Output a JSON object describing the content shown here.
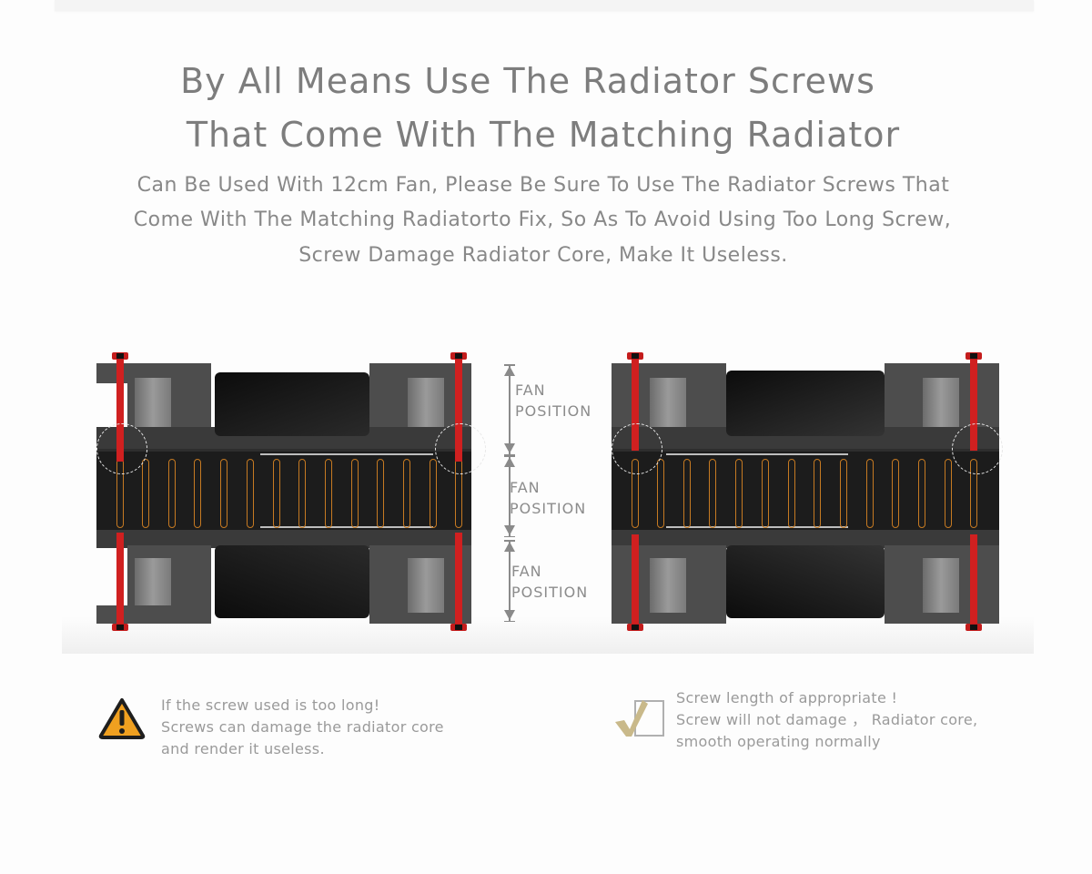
{
  "header": {
    "title_line1": "By All Means Use The Radiator Screws",
    "title_line2": "That Come With The Matching Radiator"
  },
  "description": {
    "lines": [
      "Can Be Used With 12cm Fan, Please Be Sure To Use The Radiator Screws That",
      "Come With The Matching Radiatorto Fix, So As To Avoid Using Too Long Screw,",
      "Screw Damage Radiator Core, Make It Useless."
    ]
  },
  "diagram": {
    "fan_position_labels": [
      {
        "line1": "FAN",
        "line2": "POSITION"
      },
      {
        "line1": "FAN",
        "line2": "POSITION"
      },
      {
        "line1": "FAN",
        "line2": "POSITION"
      }
    ],
    "colors": {
      "screw": "#d02020",
      "core_fin_outline": "#c67a22",
      "frame": "#4d4d4d",
      "warning": "#f0a020",
      "check": "#c9b98a"
    }
  },
  "notes": {
    "warning": {
      "icon": "warning-triangle-icon",
      "lines": [
        "If the screw used is too long!",
        "Screws can damage the radiator core",
        "and render it useless."
      ]
    },
    "ok": {
      "icon": "checkbox-check-icon",
      "lines": [
        "Screw length of appropriate !",
        "Screw will not damage ， Radiator core,",
        "smooth operating normally"
      ]
    }
  }
}
